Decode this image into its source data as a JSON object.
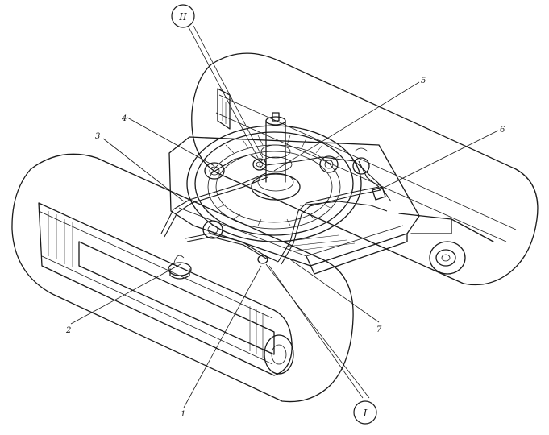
{
  "callouts": {
    "c1": "1",
    "c2": "2",
    "c3": "3",
    "c4": "4",
    "c5": "5",
    "c6": "6",
    "c7": "7",
    "view_top": "II",
    "view_bottom": "I"
  },
  "colors": {
    "ink": "#1a1a1a",
    "paper": "#ffffff"
  }
}
